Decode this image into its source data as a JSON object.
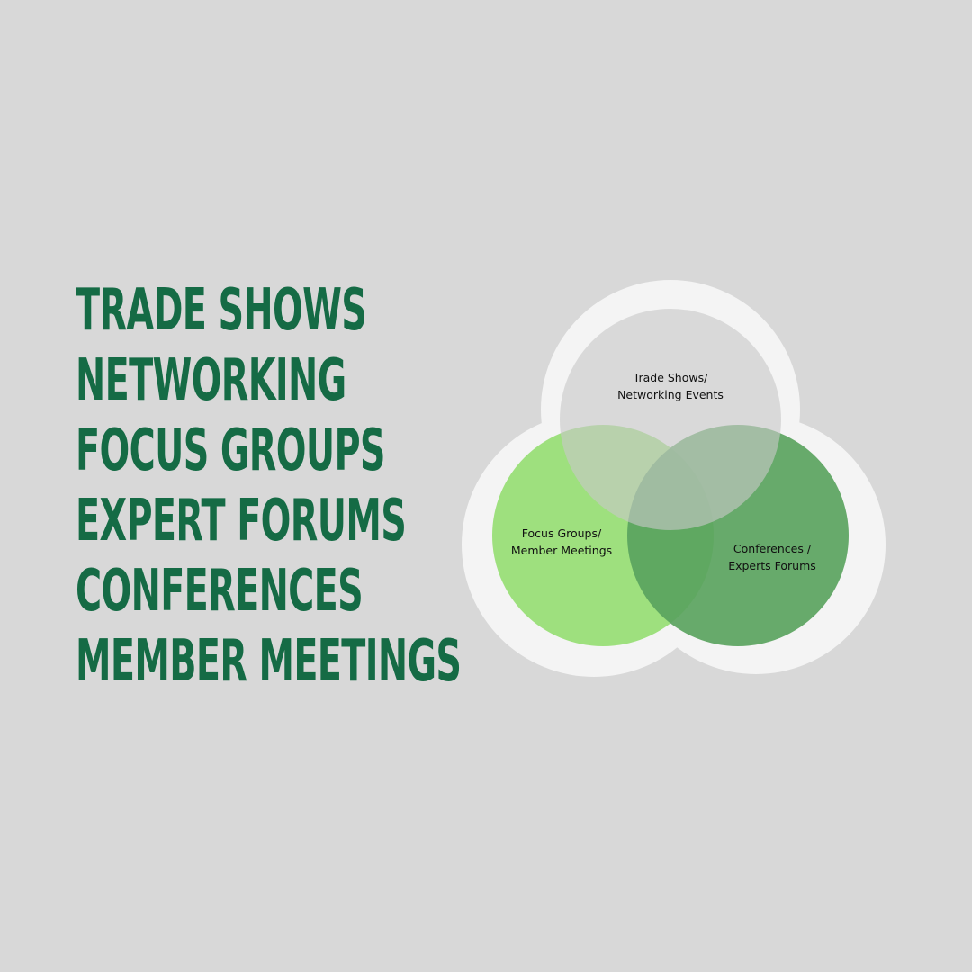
{
  "list": {
    "items": [
      "TRADE SHOWS",
      "NETWORKING",
      "FOCUS GROUPS",
      "EXPERT FORUMS",
      "CONFERENCES",
      "MEMBER MEETINGS"
    ]
  },
  "venn": {
    "top": {
      "line1": "Trade Shows/",
      "line2": "Networking Events",
      "color": "#c8c8c8"
    },
    "left": {
      "line1": "Focus Groups/",
      "line2": "Member Meetings",
      "color": "#9ee07e"
    },
    "right": {
      "line1": "Conferences /",
      "line2": "Experts Forums",
      "color": "#5aa35e"
    },
    "halo_color": "#f4f4f4"
  },
  "colors": {
    "background": "#d8d8d8",
    "heading_green": "#156b45"
  }
}
